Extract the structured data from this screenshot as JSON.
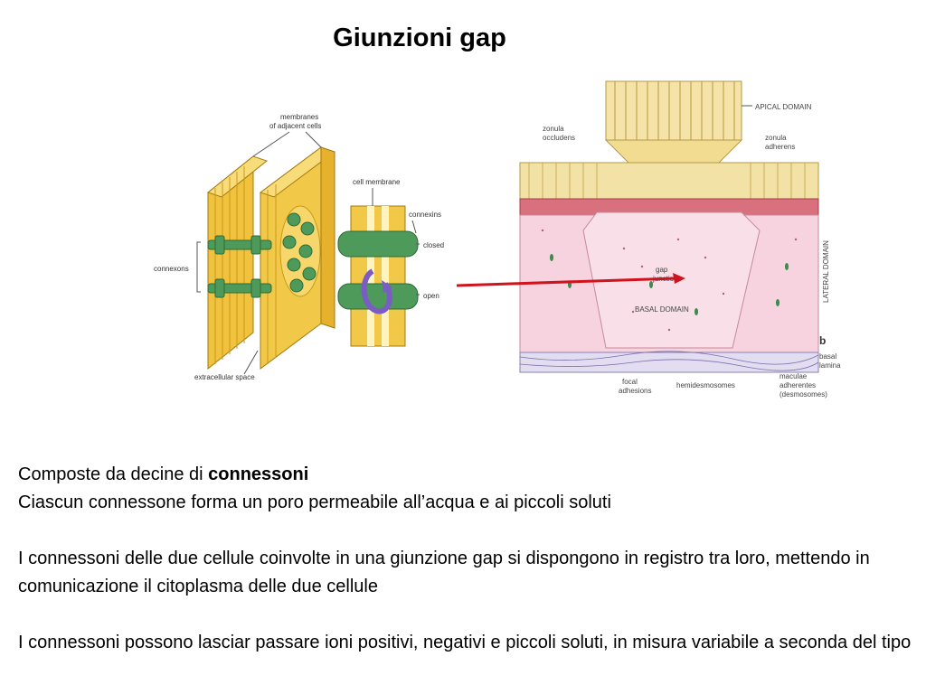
{
  "title": "Giunzioni gap",
  "left_figure": {
    "labels": {
      "membranes": "membranes",
      "of_adjacent_cells": "of adjacent cells",
      "cell_membrane": "cell membrane",
      "connexins": "connexins",
      "closed": "closed",
      "open": "open",
      "connexons": "connexons",
      "extracellular_space": "extracellular space"
    }
  },
  "right_figure": {
    "labels": {
      "apical_domain": "APICAL DOMAIN",
      "zonula": "zonula",
      "occludens": "occludens",
      "zonula2": "zonula",
      "adherens": "adherens",
      "lateral_domain": "LATERAL DOMAIN",
      "gap": "gap",
      "junctions": "junctions",
      "basal_domain": "BASAL DOMAIN",
      "b": "b",
      "basal": "basal",
      "lamina": "lamina",
      "focal": "focal",
      "adhesions": "adhesions",
      "hemidesmosomes": "hemidesmosomes",
      "maculae": "maculae",
      "adherentes": "adherentes",
      "desmosomes": "(desmosomes)"
    }
  },
  "colors": {
    "arrow": "#d0141e",
    "membrane_yellow": "#f2cc4a",
    "connexon_green": "#4e9a5a",
    "cytoplasm_pink": "#f6d3de"
  },
  "text": {
    "line1_prefix": "Composte da decine di ",
    "line1_bold": "connessoni",
    "line2": "Ciascun connessone forma un poro permeabile all’acqua e ai piccoli soluti",
    "para2": "I connessoni delle due cellule coinvolte in una giunzione gap si dispongono in registro tra loro, mettendo in comunicazione il citoplasma delle due cellule",
    "para3": "I connessoni possono lasciar passare ioni positivi, negativi e piccoli soluti, in misura variabile a seconda del tipo"
  }
}
